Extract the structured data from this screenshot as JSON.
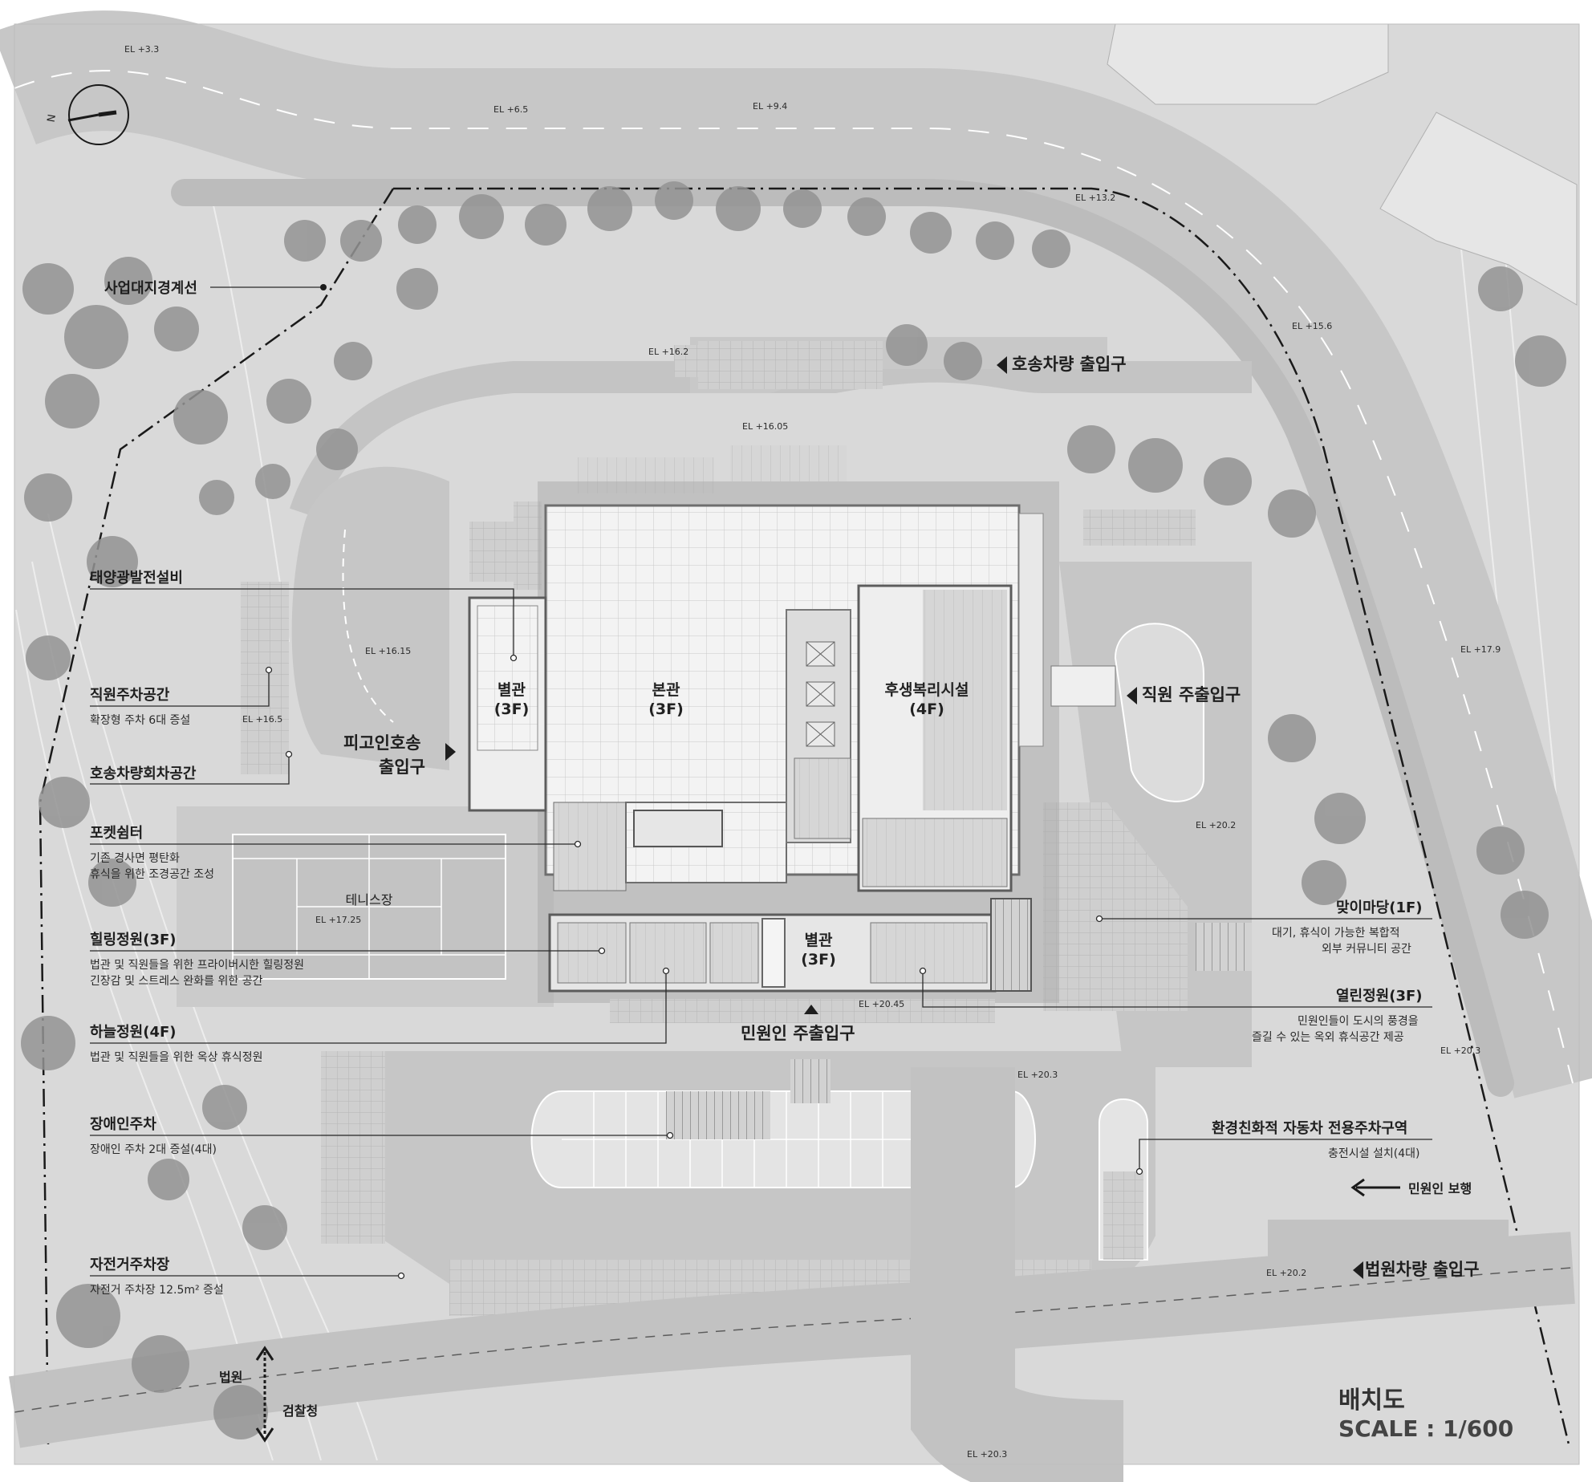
{
  "title": "배치도",
  "scale": "SCALE : 1/600",
  "north": "N",
  "elevations": {
    "e1": "EL +3.3",
    "e2": "EL +6.5",
    "e3": "EL +9.4",
    "e4": "EL +13.2",
    "e5": "EL +15.6",
    "e6": "EL +16.2",
    "e7": "EL +16.05",
    "e8": "EL +16.15",
    "e9": "EL +16.5",
    "e10": "EL +17.9",
    "e11": "EL +17.25",
    "e12": "EL +20.2",
    "e13": "EL +20.45",
    "e14": "EL +20.3",
    "e15": "EL +20.3",
    "e16": "EL +20.2",
    "e17": "EL +20.3"
  },
  "buildings": {
    "annex1": "별관\n(3F)",
    "main": "본관\n(3F)",
    "welfare": "후생복리시설\n(4F)",
    "annex2": "별관\n(3F)",
    "tennis": "테니스장"
  },
  "entrances": {
    "escort_vehicle": "호송차량 출입구",
    "defendant_1": "피고인호송",
    "defendant_2": "출입구",
    "staff": "직원 주출입구",
    "civil": "민원인 주출입구",
    "court_vehicle": "법원차량 출입구",
    "civil_walk": "민원인 보행"
  },
  "compass": {
    "court": "법원",
    "prosecution": "검찰청"
  },
  "left_labels": [
    {
      "title": "사업대지경계선",
      "sub": []
    },
    {
      "title": "태양광발전설비",
      "sub": []
    },
    {
      "title": "직원주차공간",
      "sub": [
        "확장형 주차 6대 증설"
      ]
    },
    {
      "title": "호송차량회차공간",
      "sub": []
    },
    {
      "title": "포켓쉼터",
      "sub": [
        "기존 경사면 평탄화",
        "휴식을 위한 조경공간 조성"
      ]
    },
    {
      "title": "힐링정원(3F)",
      "sub": [
        "법관 및 직원들을 위한 프라이버시한 힐링정원",
        "긴장감 및 스트레스 완화를 위한 공간"
      ]
    },
    {
      "title": "하늘정원(4F)",
      "sub": [
        "법관 및 직원들을 위한 옥상 휴식정원"
      ]
    },
    {
      "title": "장애인주차",
      "sub": [
        "장애인 주차 2대 증설(4대)"
      ]
    },
    {
      "title": "자전거주차장",
      "sub": [
        "자전거 주차장 12.5m² 증설"
      ]
    }
  ],
  "right_labels": [
    {
      "title": "맞이마당(1F)",
      "sub": [
        "대기, 휴식이 가능한 복합적",
        "외부 커뮤니티 공간"
      ]
    },
    {
      "title": "열린정원(3F)",
      "sub": [
        "민원인들이 도시의 풍경을",
        "즐길 수 있는 옥외 휴식공간 제공"
      ]
    },
    {
      "title": "환경친화적 자동차 전용주차구역",
      "sub": [
        "충전시설 설치(4대)"
      ]
    }
  ],
  "colors": {
    "background": "#dcdcdc",
    "road": "#c4c4c4",
    "tree": "#8f8f8f",
    "roof": "#f2f2f2",
    "text": "#1e1e1e"
  }
}
